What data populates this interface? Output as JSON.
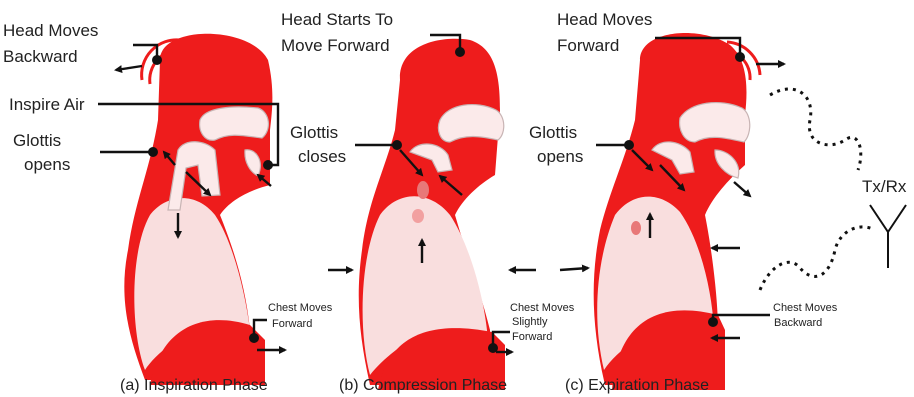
{
  "panels": [
    {
      "top_label_l1": "Head Moves",
      "top_label_l2": "Backward",
      "mid_label": "Inspire Air",
      "glottis_l1": "Glottis",
      "glottis_l2": "opens",
      "chest_l1": "Chest Moves",
      "chest_l2": "Forward",
      "chest_l3": "",
      "caption": "(a) Inspiration Phase"
    },
    {
      "top_label_l1": "Head Starts To",
      "top_label_l2": "Move Forward",
      "glottis_l1": "Glottis",
      "glottis_l2": "closes",
      "chest_l1": "Chest Moves",
      "chest_l2": "Slightly",
      "chest_l3": "Forward",
      "caption": "(b) Compression Phase"
    },
    {
      "top_label_l1": "Head Moves",
      "top_label_l2": "Forward",
      "glottis_l1": "Glottis",
      "glottis_l2": "opens",
      "chest_l1": "Chest Moves",
      "chest_l2": "Backward",
      "chest_l3": "",
      "caption": "(c) Expiration Phase"
    }
  ],
  "antenna_label": "Tx/Rx",
  "colors": {
    "body": "#ee1c1c",
    "lung": "#f9dede",
    "airway": "#fbeaea",
    "arrow": "#111111"
  }
}
